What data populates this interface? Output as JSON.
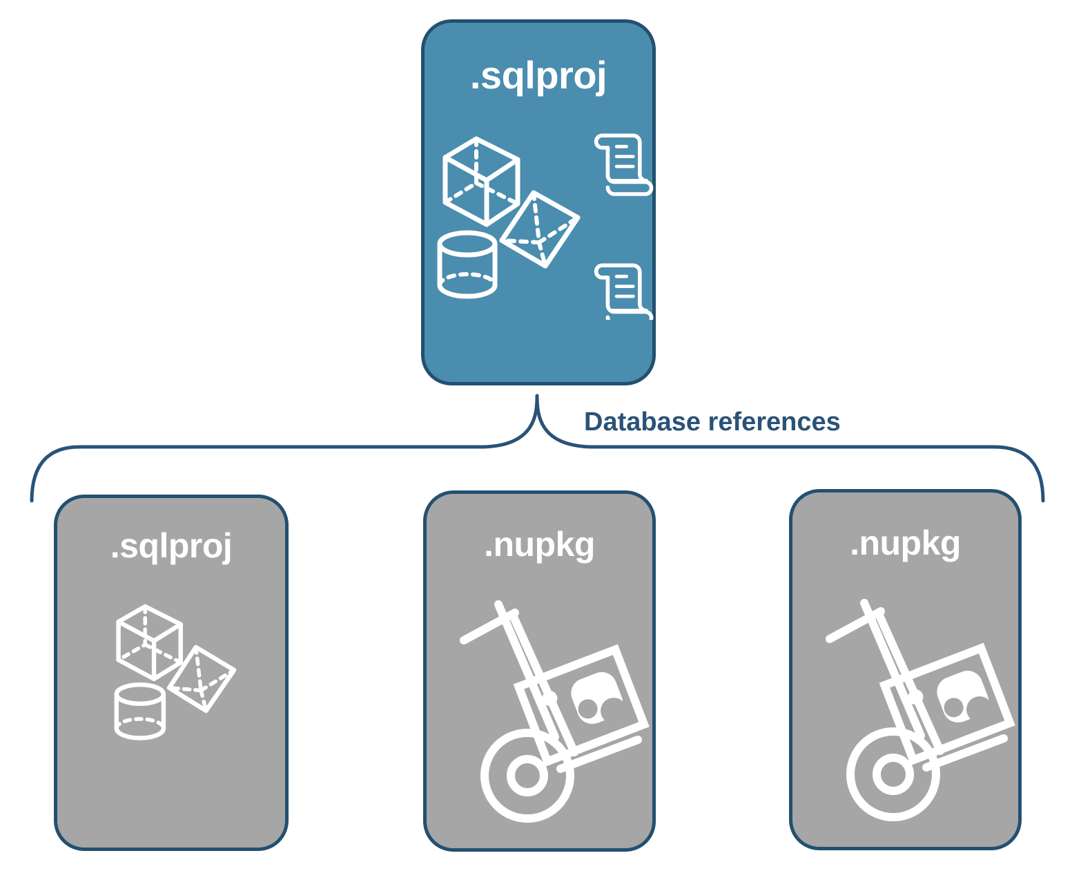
{
  "diagram": {
    "title_text": "Database references",
    "colors": {
      "card_blue_fill": "#4A8DAF",
      "card_gray_fill": "#A6A6A6",
      "card_border": "#23506F",
      "label_text": "#2A5278",
      "icon_stroke": "#FFFFFF",
      "background": "#FFFFFF"
    },
    "parent": {
      "label": ".sqlproj",
      "fill": "blue",
      "icons": [
        "cube-wireframe-icon",
        "pyramid-wireframe-icon",
        "cylinder-wireframe-icon",
        "script-scroll-icon",
        "script-scroll-icon"
      ]
    },
    "connector": {
      "kind": "curly-brace",
      "label": "Database references"
    },
    "children": [
      {
        "label": ".sqlproj",
        "fill": "gray",
        "icons": [
          "cube-wireframe-icon",
          "pyramid-wireframe-icon",
          "cylinder-wireframe-icon"
        ]
      },
      {
        "label": ".nupkg",
        "fill": "gray",
        "icons": [
          "hand-truck-package-icon"
        ]
      },
      {
        "label": ".nupkg",
        "fill": "gray",
        "icons": [
          "hand-truck-package-icon"
        ]
      }
    ]
  }
}
